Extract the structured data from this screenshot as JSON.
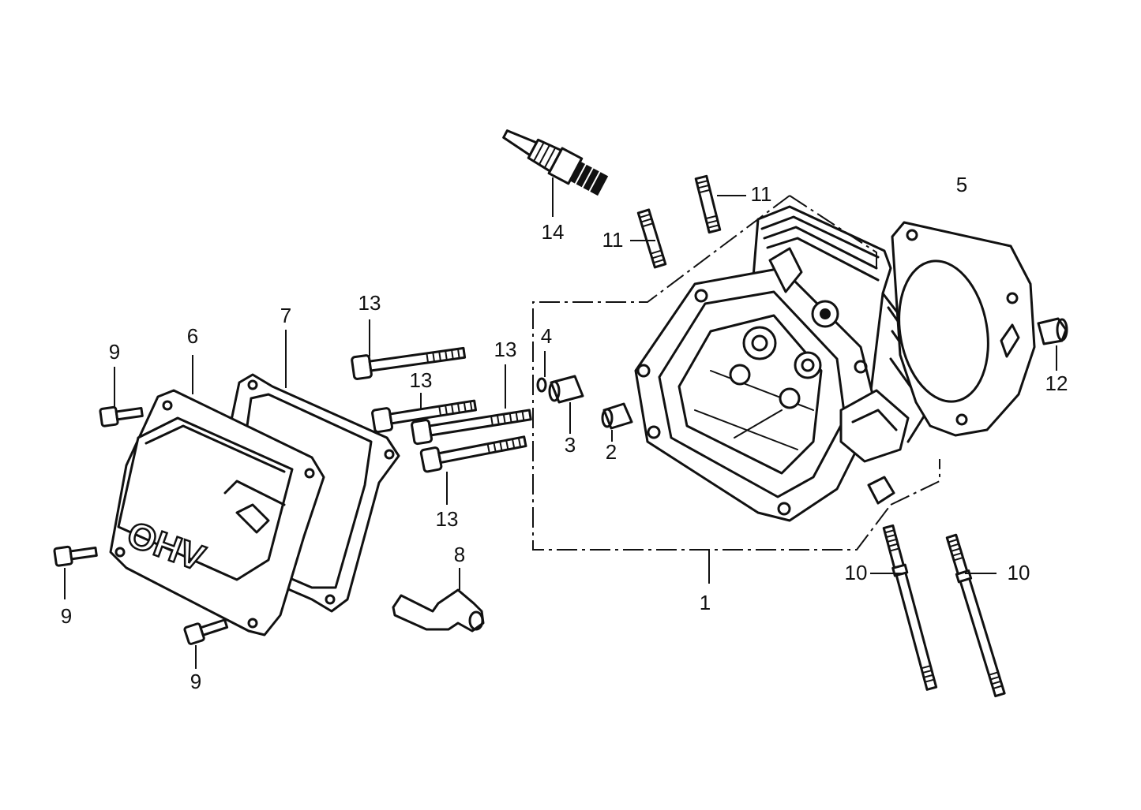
{
  "diagram": {
    "cover_marking": "OHV",
    "callouts": [
      {
        "id": "c1",
        "label": "1"
      },
      {
        "id": "c2",
        "label": "2"
      },
      {
        "id": "c3",
        "label": "3"
      },
      {
        "id": "c4",
        "label": "4"
      },
      {
        "id": "c5",
        "label": "5"
      },
      {
        "id": "c6",
        "label": "6"
      },
      {
        "id": "c7",
        "label": "7"
      },
      {
        "id": "c8",
        "label": "8"
      },
      {
        "id": "c9a",
        "label": "9"
      },
      {
        "id": "c9b",
        "label": "9"
      },
      {
        "id": "c9c",
        "label": "9"
      },
      {
        "id": "c10a",
        "label": "10"
      },
      {
        "id": "c10b",
        "label": "10"
      },
      {
        "id": "c11a",
        "label": "11"
      },
      {
        "id": "c11b",
        "label": "11"
      },
      {
        "id": "c12",
        "label": "12"
      },
      {
        "id": "c13a",
        "label": "13"
      },
      {
        "id": "c13b",
        "label": "13"
      },
      {
        "id": "c13c",
        "label": "13"
      },
      {
        "id": "c13d",
        "label": "13"
      },
      {
        "id": "c14",
        "label": "14"
      }
    ]
  }
}
